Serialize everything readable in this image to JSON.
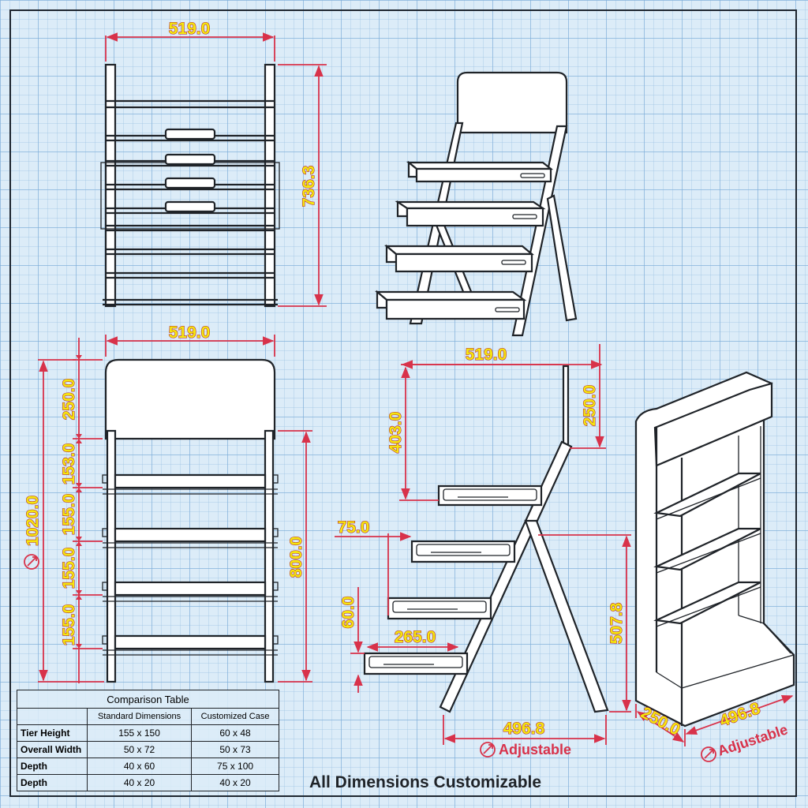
{
  "dimensions": {
    "front_width": "519.0",
    "front_height": "736.3",
    "elev_width": "519.0",
    "elev_header": "250.0",
    "elev_tier1": "153.0",
    "elev_tier2": "155.0",
    "elev_tier3": "155.0",
    "elev_tier4": "155.0",
    "elev_overall": "1020.0",
    "elev_frame": "800.0",
    "side_width": "519.0",
    "side_top": "403.0",
    "side_header": "250.0",
    "side_offset": "75.0",
    "side_lip": "60.0",
    "side_tray": "265.0",
    "side_lower": "507.8",
    "side_base": "496.8",
    "cab_depth": "250.0",
    "cab_width": "496.8"
  },
  "adjustable_label": "Adjustable",
  "table": {
    "caption": "Comparison Table",
    "headers": [
      "",
      "Standard Dimensions",
      "Customized Case"
    ],
    "rows": [
      {
        "label": "Tier Height",
        "standard": "155 x 150",
        "custom": "60 x 48"
      },
      {
        "label": "Overall Width",
        "standard": "50 x 72",
        "custom": "50 x 73"
      },
      {
        "label": "Depth",
        "standard": "40 x 60",
        "custom": "75 x 100"
      },
      {
        "label": "Depth",
        "standard": "40 x 20",
        "custom": "40 x 20"
      }
    ]
  },
  "footer": "All Dimensions Customizable",
  "colors": {
    "dimension": "#d8324a",
    "dimension_text": "#f5e60d",
    "line": "#1f2328",
    "background": "#dcecf8"
  }
}
